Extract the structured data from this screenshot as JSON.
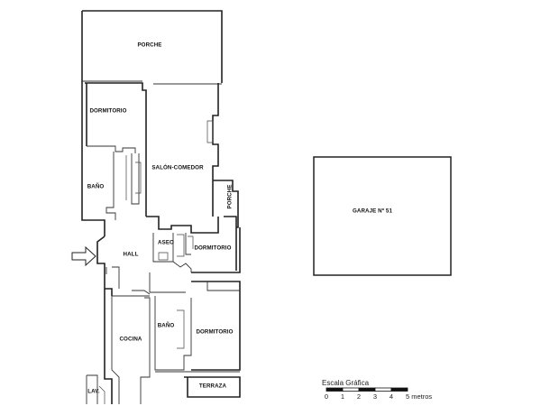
{
  "rooms": {
    "porche_top": "PORCHE",
    "dormitorio_1": "DORMITORIO",
    "salon_comedor": "SALÓN-COMEDOR",
    "bano_1": "BAÑO",
    "porche_side": "PORCHE",
    "aseo": "ASEO",
    "dormitorio_2": "DORMITORIO",
    "hall": "HALL",
    "bano_2": "BAÑO",
    "dormitorio_3": "DORMITORIO",
    "cocina": "COCINA",
    "terraza": "TERRAZA",
    "lav": "LAV.",
    "garaje": "GARAJE Nº 51"
  },
  "scale": {
    "title": "Escala Gráfica",
    "ticks": [
      "0",
      "1",
      "2",
      "3",
      "4"
    ],
    "last_tick": "5 metros"
  }
}
